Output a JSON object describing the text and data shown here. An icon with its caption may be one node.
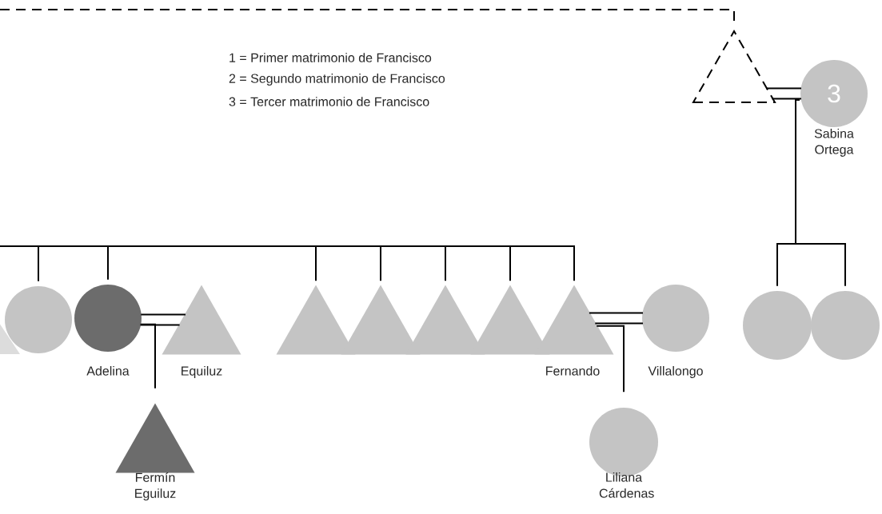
{
  "diagram": {
    "nodes": [
      {
        "text": [],
        "shape": "triangle"
      },
      {
        "text": [
          "3"
        ],
        "beside": [
          "Sabina Ortega"
        ]
      },
      {
        "text": [],
        "shape": "circle"
      },
      {
        "text": [],
        "shape": "circle"
      },
      {
        "text": [],
        "shape": "triangle"
      },
      {
        "text": [],
        "shape": "circle"
      },
      {
        "text": [],
        "shape": "circle",
        "beside": [
          "Adelina"
        ]
      },
      {
        "text": [],
        "shape": "triangle",
        "beside": [
          "Equiluz"
        ]
      },
      {
        "text": [],
        "shape": "triangle",
        "beside": [
          "Fermín Eguiluz"
        ]
      },
      {
        "text": [],
        "shape": "triangle"
      },
      {
        "text": [],
        "shape": "triangle"
      },
      {
        "text": [],
        "shape": "triangle"
      },
      {
        "text": [],
        "shape": "triangle"
      },
      {
        "text": [],
        "shape": "triangle",
        "beside": [
          "Fernando"
        ]
      },
      {
        "text": [],
        "shape": "circle",
        "beside": [
          "Villalongo"
        ]
      },
      {
        "text": [],
        "shape": "circle",
        "beside": [
          "Liliana Cárdenas"
        ]
      }
    ],
    "edges": [
      {
        "from": null,
        "to": 0,
        "arrow": "none",
        "style": "dashed"
      },
      {
        "from": 0,
        "to": 1,
        "arrow": "none"
      },
      {
        "from": 1,
        "to": 2,
        "arrow": "none"
      },
      {
        "from": 1,
        "to": 3,
        "arrow": "none"
      },
      {
        "from": null,
        "to": 5,
        "arrow": "none"
      },
      {
        "from": null,
        "to": 6,
        "arrow": "none"
      },
      {
        "from": null,
        "to": 9,
        "arrow": "none"
      },
      {
        "from": null,
        "to": 10,
        "arrow": "none"
      },
      {
        "from": null,
        "to": 11,
        "arrow": "none"
      },
      {
        "from": null,
        "to": 12,
        "arrow": "none"
      },
      {
        "from": null,
        "to": 13,
        "arrow": "none"
      },
      {
        "from": 6,
        "to": 7,
        "arrow": "none"
      },
      {
        "from": 6,
        "to": 8,
        "arrow": "none"
      },
      {
        "from": 13,
        "to": 14,
        "arrow": "none"
      },
      {
        "from": 13,
        "to": 15,
        "arrow": "none"
      }
    ],
    "labels": [
      "1 = Primer matrimonio de Francisco",
      "2 = Segundo matrimonio de Francisco",
      "3 = Tercer matrimonio de Francisco"
    ]
  }
}
